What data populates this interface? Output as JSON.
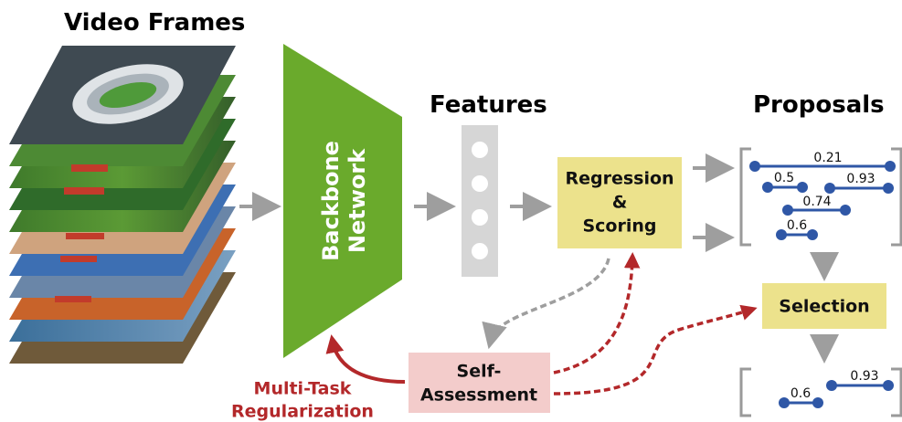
{
  "titles": {
    "video_frames": "Video Frames",
    "features": "Features",
    "proposals": "Proposals"
  },
  "backbone": {
    "line1": "Backbone",
    "line2": "Network"
  },
  "regression_box": {
    "line1": "Regression",
    "line2": "&",
    "line3": "Scoring"
  },
  "selection_box": {
    "label": "Selection"
  },
  "self_assessment_box": {
    "line1": "Self-",
    "line2": "Assessment"
  },
  "multitask_label": {
    "line1": "Multi-Task",
    "line2": "Regularization"
  },
  "proposals_top": [
    {
      "label": "0.21"
    },
    {
      "label": "0.5"
    },
    {
      "label": "0.93"
    },
    {
      "label": "0.74"
    },
    {
      "label": "0.6"
    }
  ],
  "proposals_bottom": [
    {
      "label": "0.6"
    },
    {
      "label": "0.93"
    }
  ],
  "colors": {
    "backbone_green": "#6aaa2c",
    "box_yellow": "#ece28c",
    "box_pink": "#f3cccb",
    "arrow_gray": "#9e9e9e",
    "arrow_red": "#b3282a",
    "proposal_blue": "#2f57a6",
    "bracket_gray": "#9a9a9a",
    "feature_gray": "#d6d6d6"
  }
}
